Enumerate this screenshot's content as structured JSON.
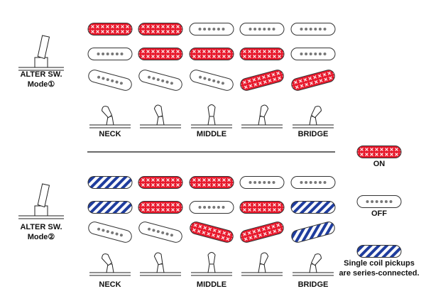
{
  "colors": {
    "on": "#e8192c",
    "series": "#1f3d9e",
    "off_fill": "#ffffff",
    "outline": "#333333",
    "dot": "#777777"
  },
  "modes": [
    {
      "label_line1": "ALTER SW.",
      "label_line2": "Mode①",
      "rows": [
        [
          "on",
          "on",
          "off",
          "off",
          "off"
        ],
        [
          "off",
          "on",
          "on",
          "on",
          "off"
        ],
        [
          "off",
          "off",
          "off",
          "on",
          "on"
        ]
      ],
      "positions": [
        "NECK",
        "MIDDLE",
        "BRIDGE"
      ]
    },
    {
      "label_line1": "ALTER SW.",
      "label_line2": "Mode②",
      "rows": [
        [
          "series",
          "on",
          "on",
          "off",
          "off"
        ],
        [
          "series",
          "on",
          "off",
          "on",
          "series"
        ],
        [
          "off",
          "off",
          "on",
          "on",
          "series"
        ]
      ],
      "positions": [
        "NECK",
        "MIDDLE",
        "BRIDGE"
      ]
    }
  ],
  "legend": {
    "on": "ON",
    "off": "OFF",
    "series_line1": "Single coil pickups",
    "series_line2": "are series-connected."
  }
}
